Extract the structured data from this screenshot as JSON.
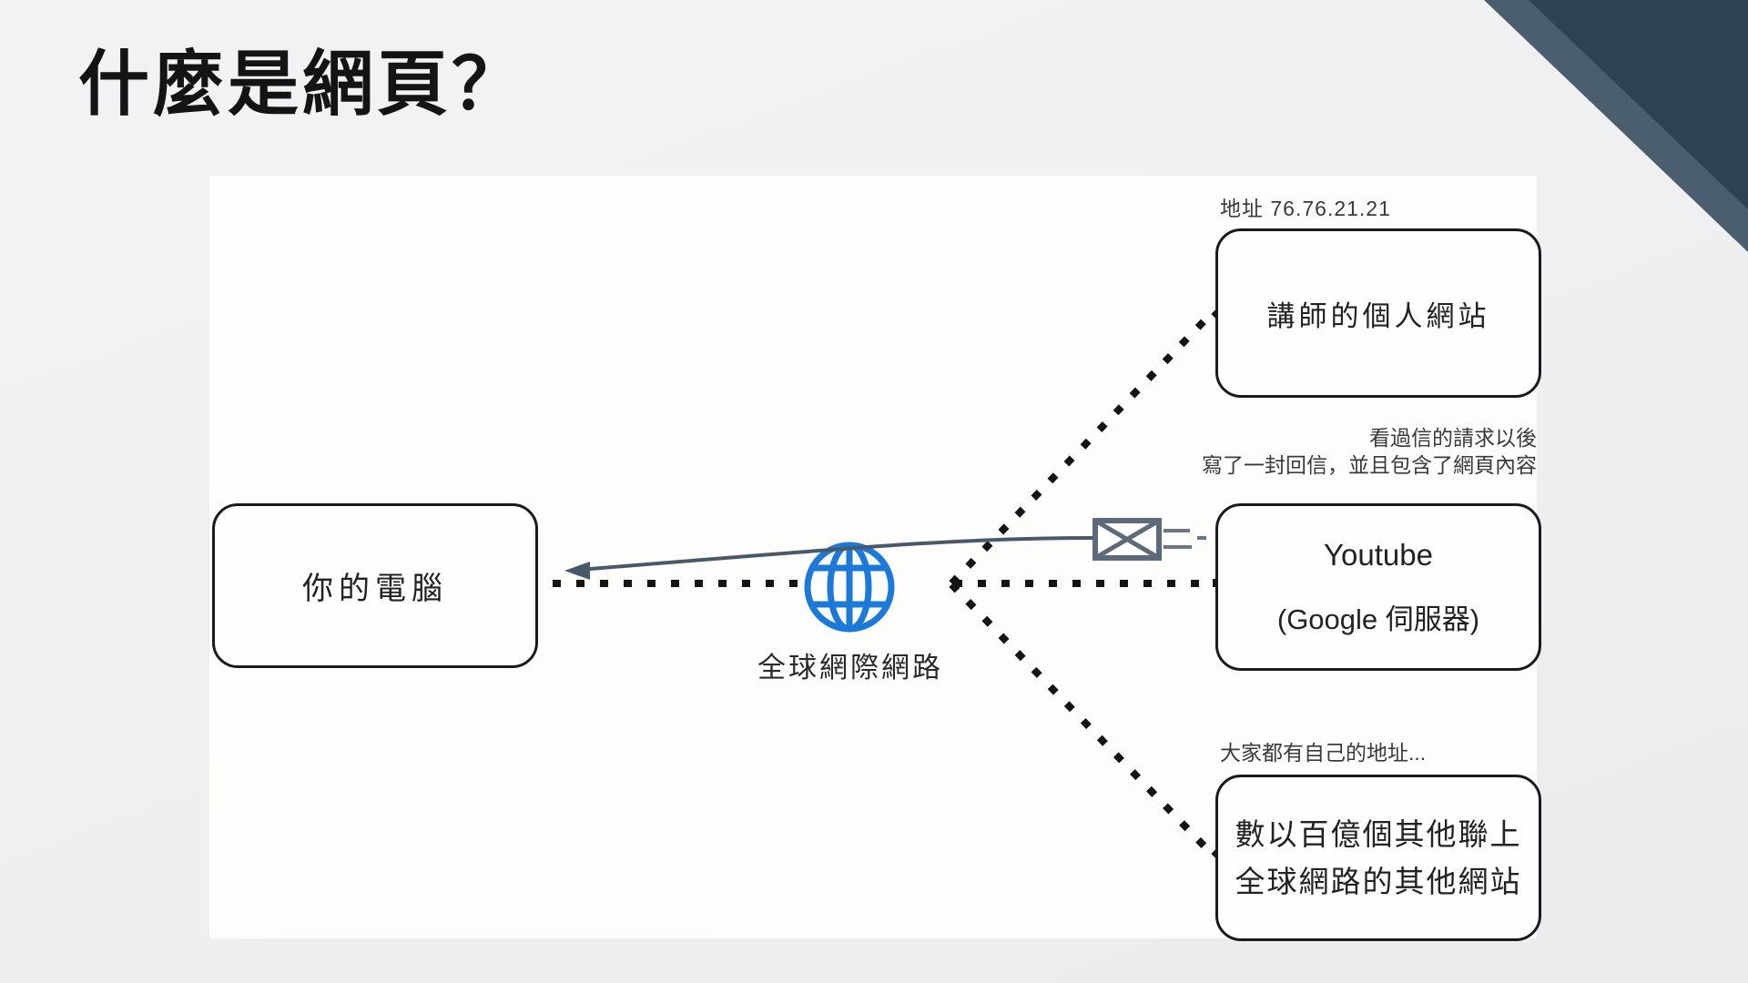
{
  "slide": {
    "title": "什麼是網頁？"
  },
  "diagram": {
    "computer_box": {
      "label": "你的電腦"
    },
    "internet": {
      "label": "全球網際網路",
      "icon": "globe-icon",
      "icon_color": "#1d79d8"
    },
    "instructor_box": {
      "label": "講師的個人網站",
      "address_note": "地址 76.76.21.21"
    },
    "youtube_box": {
      "line1": "Youtube",
      "line2": "(Google 伺服器)",
      "reply_note_line1": "看過信的請求以後",
      "reply_note_line2": "寫了一封回信，並且包含了網頁內容"
    },
    "others_box": {
      "line1": "數以百億個其他聯上",
      "line2": "全球網路的其他網站",
      "note": "大家都有自己的地址..."
    },
    "message": {
      "icon": "envelope-icon"
    }
  },
  "colors": {
    "accent_band": "#4b5e6d",
    "accent_dark": "#2e4252",
    "globe_blue": "#1d79d8",
    "line_slate": "#49596a",
    "dotted_black": "#141414"
  }
}
